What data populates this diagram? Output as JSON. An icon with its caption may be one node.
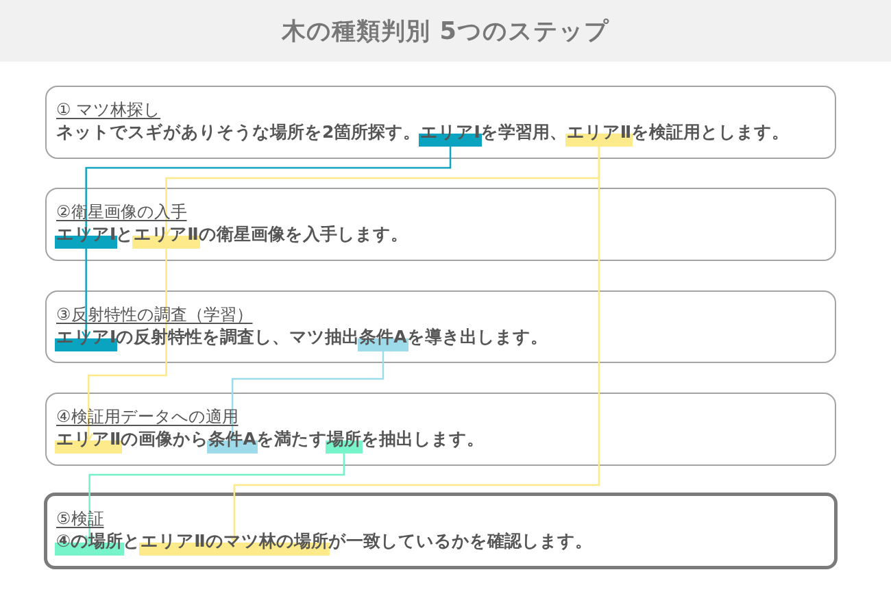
{
  "diagram": {
    "title": "木の種類判別 5つのステップ",
    "nodes": [
      {
        "text": [
          "① マツ林探し",
          "ネットでスギがありそうな場所を2箇所探す。エリアⅠを学習用、エリアⅡを検証用とします。"
        ]
      },
      {
        "text": [],
        "shape": "bar",
        "in": 0
      },
      {
        "text": [],
        "shape": "bar",
        "in": 0
      },
      {
        "text": [
          "②衛星画像の入手",
          "エリアⅠとエリアⅡの衛星画像を入手します。"
        ]
      },
      {
        "text": [],
        "shape": "bar",
        "in": 3
      },
      {
        "text": [],
        "shape": "bar",
        "in": 3
      },
      {
        "text": [
          "③反射特性の調査（学習）",
          "エリアⅠの反射特性を調査し、マツ抽出条件Aを導き出します。"
        ]
      },
      {
        "text": [],
        "shape": "bar",
        "in": 6
      },
      {
        "text": [],
        "shape": "bar",
        "in": 6
      },
      {
        "text": [
          "④検証用データへの適用",
          "エリアⅡの画像から条件Aを満たす場所を抽出します。"
        ]
      },
      {
        "text": [],
        "shape": "bar",
        "in": 9
      },
      {
        "text": [],
        "shape": "bar",
        "in": 9
      },
      {
        "text": [],
        "shape": "bar",
        "in": 9
      },
      {
        "text": [
          "⑤検証",
          "④の場所とエリアⅡのマツ林の場所が一致しているかを確認します。"
        ]
      },
      {
        "text": [],
        "shape": "bar",
        "in": 13
      },
      {
        "text": [],
        "shape": "bar",
        "in": 13
      }
    ],
    "edges": [
      {
        "from": 1,
        "to": 4,
        "arrow": "to",
        "color": "#10a4c0"
      },
      {
        "from": 4,
        "to": 7,
        "arrow": "to",
        "color": "#10a4c0"
      },
      {
        "from": 2,
        "to": 5,
        "arrow": "to"
      },
      {
        "from": 2,
        "to": 15,
        "arrow": "to"
      },
      {
        "from": 5,
        "to": 10,
        "arrow": "to"
      },
      {
        "from": 8,
        "to": 11,
        "arrow": "to",
        "color": "#9adcea"
      },
      {
        "from": 12,
        "to": 14,
        "arrow": "to",
        "color": "#76f2c9"
      }
    ]
  }
}
